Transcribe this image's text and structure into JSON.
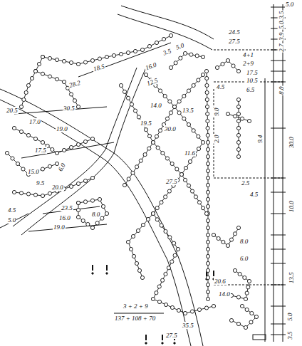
{
  "diagram": {
    "labels": [
      "5.0",
      "3.5",
      "5.0",
      "24.5",
      "27.5",
      "3.9",
      "4+1",
      "2+9",
      "17.5",
      "10.5",
      "2.7",
      "6.5",
      "4.5",
      "8.0",
      "9.4",
      "30.0",
      "3.5",
      "5.0",
      "16.0",
      "18.5",
      "28.2",
      "12.5",
      "20.5",
      "30.5",
      "17.0",
      "14.0",
      "13.5",
      "19.0",
      "19.5",
      "30.0",
      "9.0",
      "2.0",
      "17.5",
      "11.6",
      "6.0",
      "15.0",
      "9.5",
      "20.0",
      "27.5",
      "23.5",
      "16.0",
      "19.0",
      "8.0",
      "4.5",
      "5.0",
      "3 + 2 + 9",
      "137 + 108 + 70",
      "14.0",
      "20.6",
      "35.5",
      "27.5",
      "4.5",
      "10.0",
      "13.5",
      "5.0",
      "3.5",
      "2.5",
      "6.0",
      "8.0"
    ]
  }
}
